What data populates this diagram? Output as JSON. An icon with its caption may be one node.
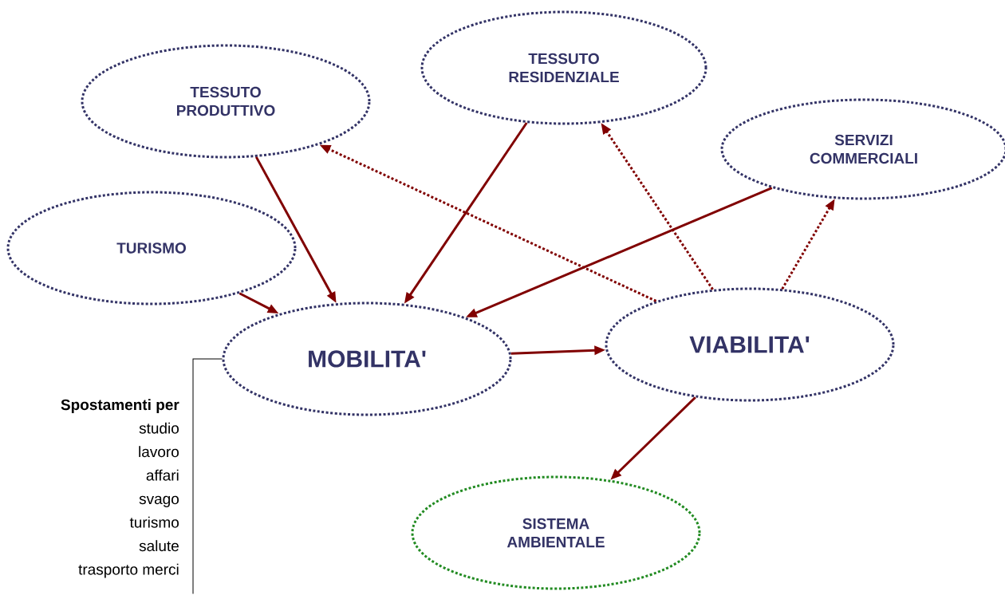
{
  "diagram": {
    "nodes": [
      {
        "text": [
          "TESSUTO PRODUTTIVO"
        ]
      },
      {
        "text": [
          "TESSUTO RESIDENZIALE"
        ]
      },
      {
        "text": [
          "SERVIZI COMMERCIALI"
        ]
      },
      {
        "text": [
          "TURISMO"
        ]
      },
      {
        "text": [
          "MOBILITA'"
        ]
      },
      {
        "text": [
          "VIABILITA'"
        ]
      },
      {
        "text": [
          "SISTEMA AMBIENTALE"
        ]
      },
      {
        "text": [
          "Spostamenti per",
          "studio",
          "lavoro",
          "affari",
          "svago",
          "turismo",
          "salute",
          "trasporto merci"
        ]
      }
    ],
    "edges": [
      {
        "from": 0,
        "to": 4,
        "arrow": "to"
      },
      {
        "from": 1,
        "to": 4,
        "arrow": "to"
      },
      {
        "from": 2,
        "to": 4,
        "arrow": "to"
      },
      {
        "from": 3,
        "to": 4,
        "arrow": "to"
      },
      {
        "from": 4,
        "to": 5,
        "arrow": "to"
      },
      {
        "from": 5,
        "to": 6,
        "arrow": "to"
      },
      {
        "from": 5,
        "to": 0,
        "arrow": "to",
        "style": "dashed"
      },
      {
        "from": 5,
        "to": 1,
        "arrow": "to",
        "style": "dashed"
      },
      {
        "from": 5,
        "to": 2,
        "arrow": "to",
        "style": "dashed"
      },
      {
        "from": 7,
        "to": 4,
        "arrow": "none",
        "color": "#000000"
      }
    ]
  }
}
